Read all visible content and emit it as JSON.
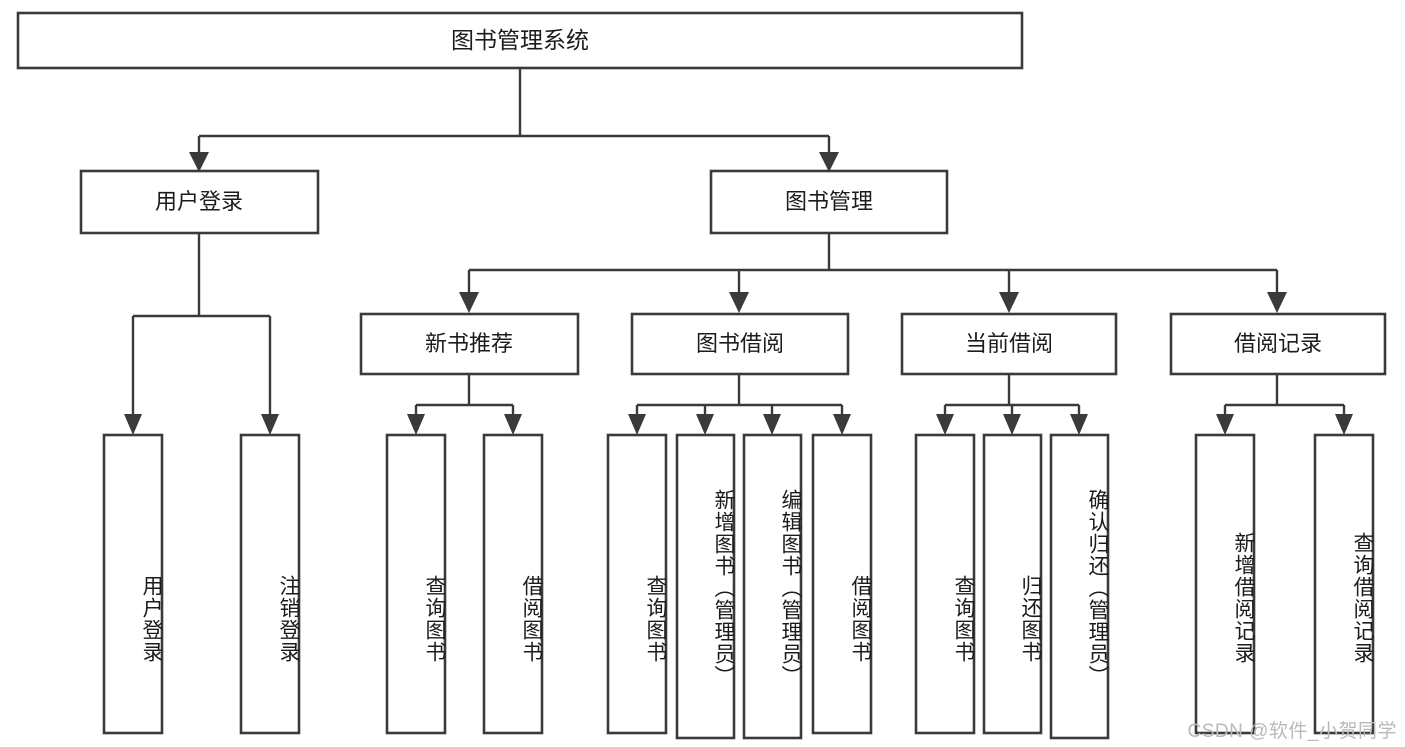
{
  "diagram": {
    "type": "tree-hierarchy",
    "title": "图书管理系统",
    "root": {
      "label": "图书管理系统"
    },
    "level2": [
      {
        "label": "用户登录"
      },
      {
        "label": "图书管理"
      }
    ],
    "level3": [
      {
        "label": "新书推荐"
      },
      {
        "label": "图书借阅"
      },
      {
        "label": "当前借阅"
      },
      {
        "label": "借阅记录"
      }
    ],
    "leaves": {
      "user_login": [
        {
          "label": "用户登录"
        },
        {
          "label": "注销登录"
        }
      ],
      "new_book_recommend": [
        {
          "label": "查询图书"
        },
        {
          "label": "借阅图书"
        }
      ],
      "book_borrow": [
        {
          "label": "查询图书"
        },
        {
          "label": "新增图书（管理员）"
        },
        {
          "label": "编辑图书（管理员）"
        },
        {
          "label": "借阅图书"
        }
      ],
      "current_borrow": [
        {
          "label": "查询图书"
        },
        {
          "label": "归还图书"
        },
        {
          "label": "确认归还（管理员）"
        }
      ],
      "borrow_record": [
        {
          "label": "新增借阅记录"
        },
        {
          "label": "查询借阅记录"
        }
      ]
    }
  },
  "watermark": {
    "text": "CSDN @软件_小贺同学"
  },
  "colors": {
    "stroke": "#3a3a3a",
    "text": "#1c1c1c",
    "background": "#ffffff",
    "watermark": "#b9b9b9"
  }
}
